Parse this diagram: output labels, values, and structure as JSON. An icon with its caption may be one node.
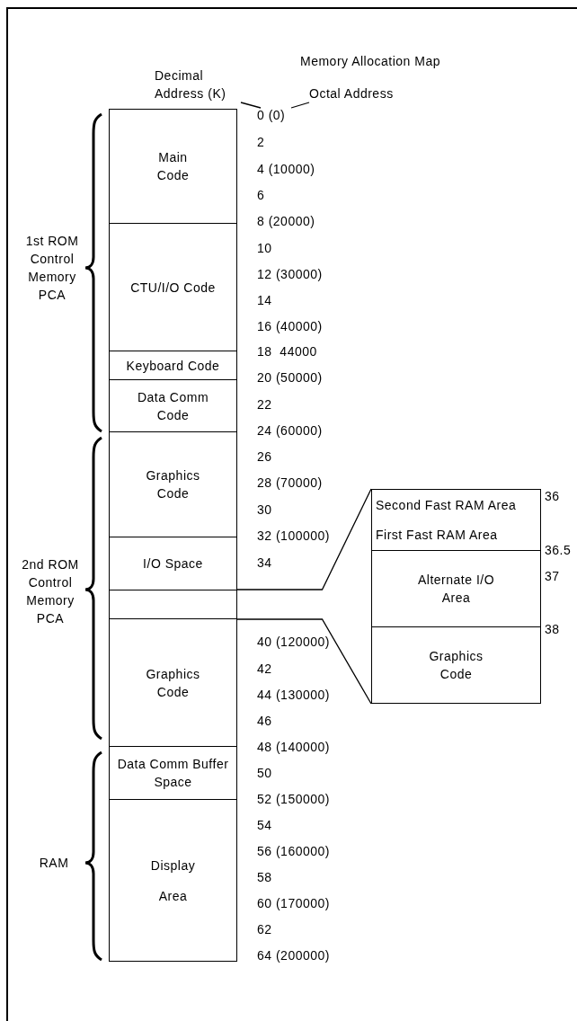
{
  "diagram": {
    "title": "Memory Allocation Map",
    "nodes": [
      {
        "text": [
          "Decimal Address (K)"
        ]
      },
      {
        "text": [
          "Octal Address"
        ]
      },
      {
        "text": [
          "0 (0)"
        ]
      },
      {
        "text": [
          "Main Code"
        ]
      },
      {
        "text": [
          "CTU/I/O Code"
        ]
      },
      {
        "text": [
          "Keyboard Code"
        ]
      },
      {
        "text": [
          "Data Comm Code"
        ]
      },
      {
        "text": [
          "Graphics Code"
        ]
      },
      {
        "text": [
          "I/O Space"
        ]
      },
      {
        "text": [],
        "shape": "box"
      },
      {
        "text": [
          "Graphics Code"
        ]
      },
      {
        "text": [
          "Data Comm Buffer Space"
        ]
      },
      {
        "text": [
          "Display Area"
        ]
      },
      {
        "text": [
          "Second Fast RAM Area",
          "First Fast RAM Area"
        ]
      },
      {
        "text": [
          "Alternate I/O Area"
        ]
      },
      {
        "text": [
          "Graphics Code"
        ]
      }
    ],
    "edges": [
      {
        "from": 0,
        "to": 2,
        "arrow": "none"
      },
      {
        "from": 1,
        "to": 2,
        "arrow": "none"
      },
      {
        "from": 9,
        "to": 13,
        "arrow": "none"
      },
      {
        "from": 9,
        "to": 15,
        "arrow": "none"
      }
    ],
    "labels": [
      "2",
      "4 (10000)",
      "6",
      "8 (20000)",
      "10",
      "12 (30000)",
      "14",
      "16 (40000)",
      "18  44000",
      "20 (50000)",
      "22",
      "24 (60000)",
      "26",
      "28 (70000)",
      "30",
      "32 (100000)",
      "34",
      "40 (120000)",
      "42",
      "44 (130000)",
      "46",
      "48 (140000)",
      "50",
      "52 (150000)",
      "54",
      "56 (160000)",
      "58",
      "60 (170000)",
      "62",
      "64 (200000)",
      "36",
      "36.5",
      "37",
      "38",
      "1st ROM Control Memory PCA",
      "2nd ROM Control Memory PCA",
      "RAM"
    ]
  }
}
